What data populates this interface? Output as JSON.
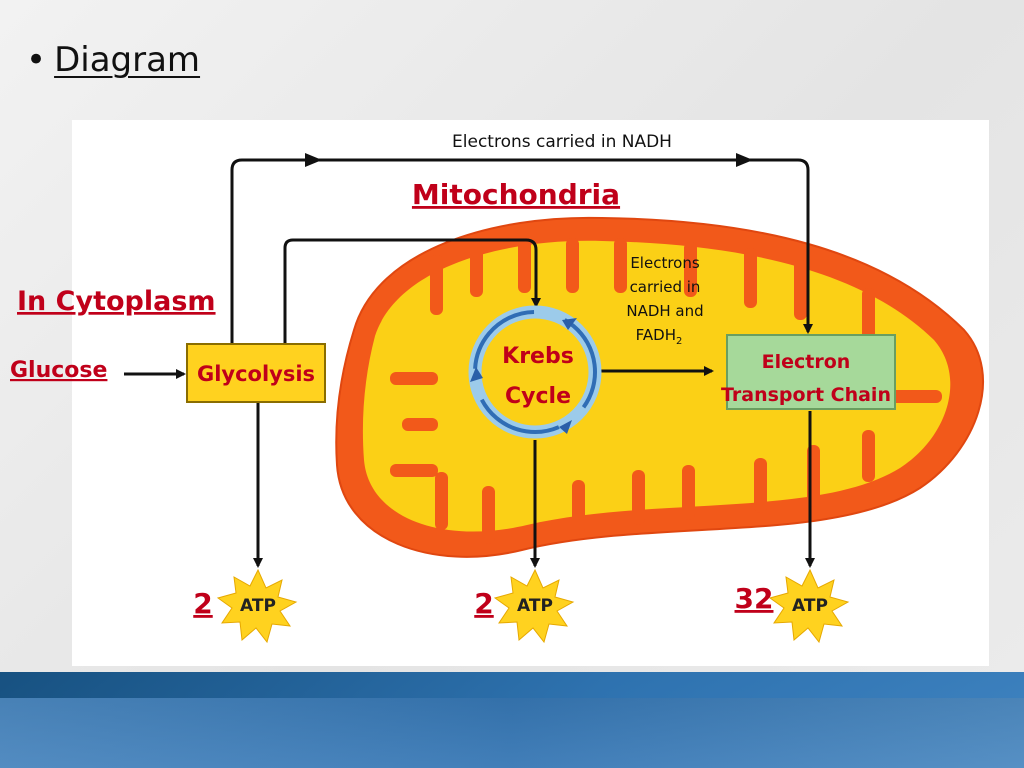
{
  "slide": {
    "bullet_symbol": "•",
    "heading": "Diagram"
  },
  "diagram": {
    "top_arrow_label": "Electrons carried in NADH",
    "mitochondria_label": "Mitochondria",
    "cytoplasm_label": "In Cytoplasm",
    "glucose_label": "Glucose",
    "glycolysis_label": "Glycolysis",
    "krebs_line1": "Krebs",
    "krebs_line2": "Cycle",
    "inner_label_line1": "Electrons",
    "inner_label_line2": "carried in",
    "inner_label_line3": "NADH and",
    "inner_label_line4_main": "FADH",
    "inner_label_line4_sub": "2",
    "etc_line1": "Electron",
    "etc_line2": "Transport Chain",
    "atp_text": "ATP",
    "atp_glycolysis_count": "2",
    "atp_krebs_count": "2",
    "atp_etc_count": "32"
  },
  "colors": {
    "label_red": "#c0001a",
    "mito_outer": "#f2591a",
    "mito_inner": "#fbd016",
    "glycolysis_box": "#ffd21f",
    "etc_box": "#a6d99a",
    "krebs_ring": "#2f6db5",
    "atp_star": "#ffd21f"
  },
  "icons": {
    "atp": "starburst-icon",
    "krebs": "circular-arrows-icon"
  }
}
